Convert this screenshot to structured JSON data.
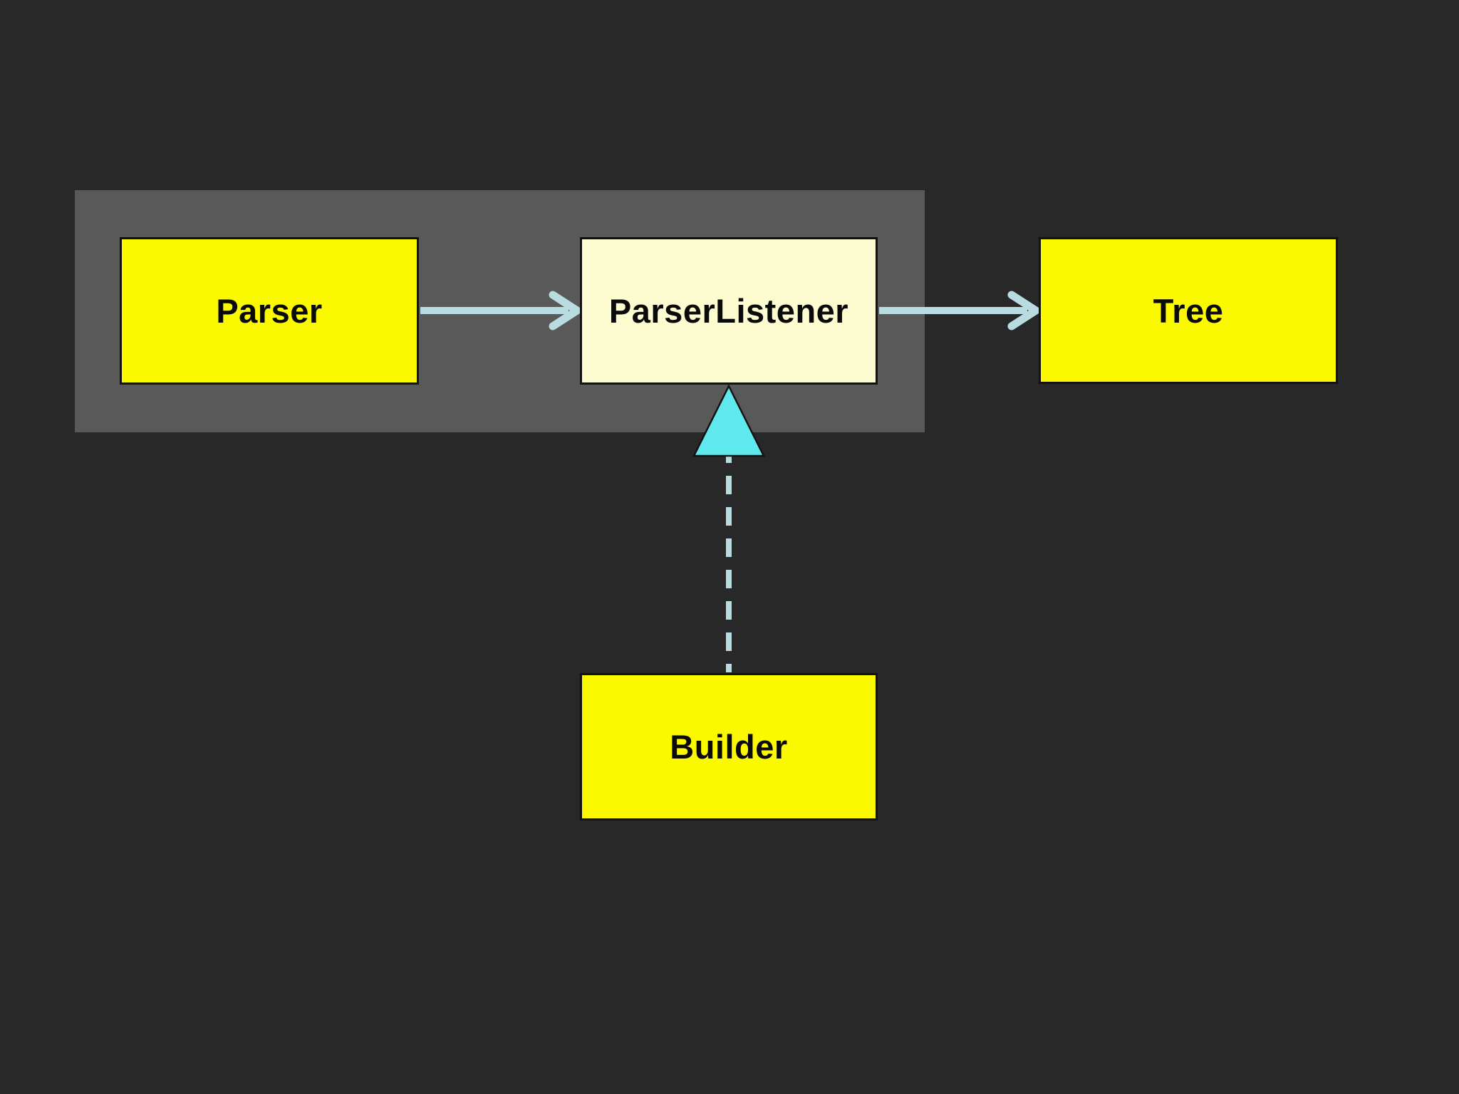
{
  "diagram": {
    "colors": {
      "bg": "#282828",
      "panel": "#595959",
      "yellow": "#FBF900",
      "cream": "#FDFBD0",
      "border": "#121212",
      "connector": "#B9DCE0",
      "triangle": "#5FE9EF",
      "label": "#0A0A0A"
    },
    "nodes": {
      "parser": {
        "label": "Parser"
      },
      "parser_listener": {
        "label": "ParserListener"
      },
      "tree": {
        "label": "Tree"
      },
      "builder": {
        "label": "Builder"
      }
    },
    "connectors": {
      "parser_to_listener": "solid arrow, Parser to ParserListener",
      "listener_to_tree": "solid arrow, ParserListener to Tree",
      "builder_to_listener": "dashed line with hollow-style cyan triangle head, Builder up to ParserListener"
    }
  }
}
